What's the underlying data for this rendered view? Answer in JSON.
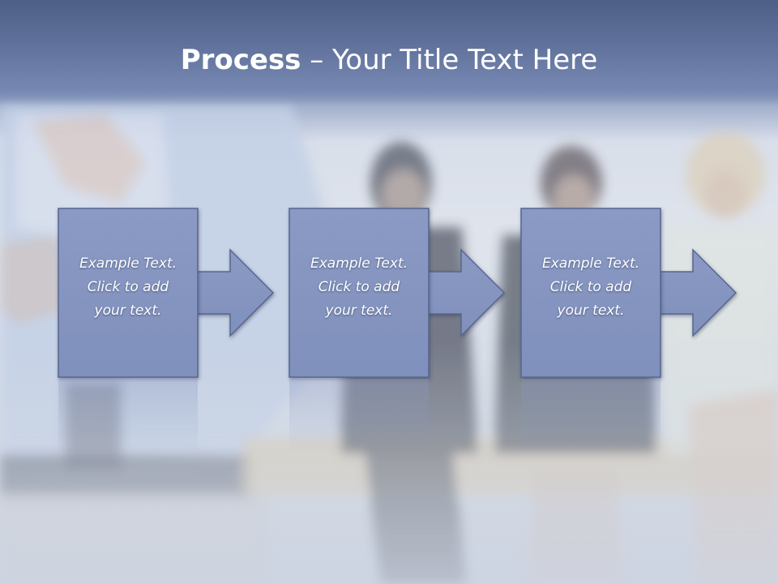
{
  "slide": {
    "title_bold": "Process",
    "title_rest": " – Your Title Text Here"
  },
  "steps": [
    {
      "lines": [
        "Example Text.",
        "Click  to add",
        "your text."
      ]
    },
    {
      "lines": [
        "Example Text.",
        "Click  to add",
        "your text."
      ]
    },
    {
      "lines": [
        "Example Text.",
        "Click  to add",
        "your text."
      ]
    }
  ],
  "colors": {
    "header_band": "#5a6c95",
    "box_fill": "#8696c1",
    "box_border": "#56668e",
    "text": "#ffffff"
  }
}
